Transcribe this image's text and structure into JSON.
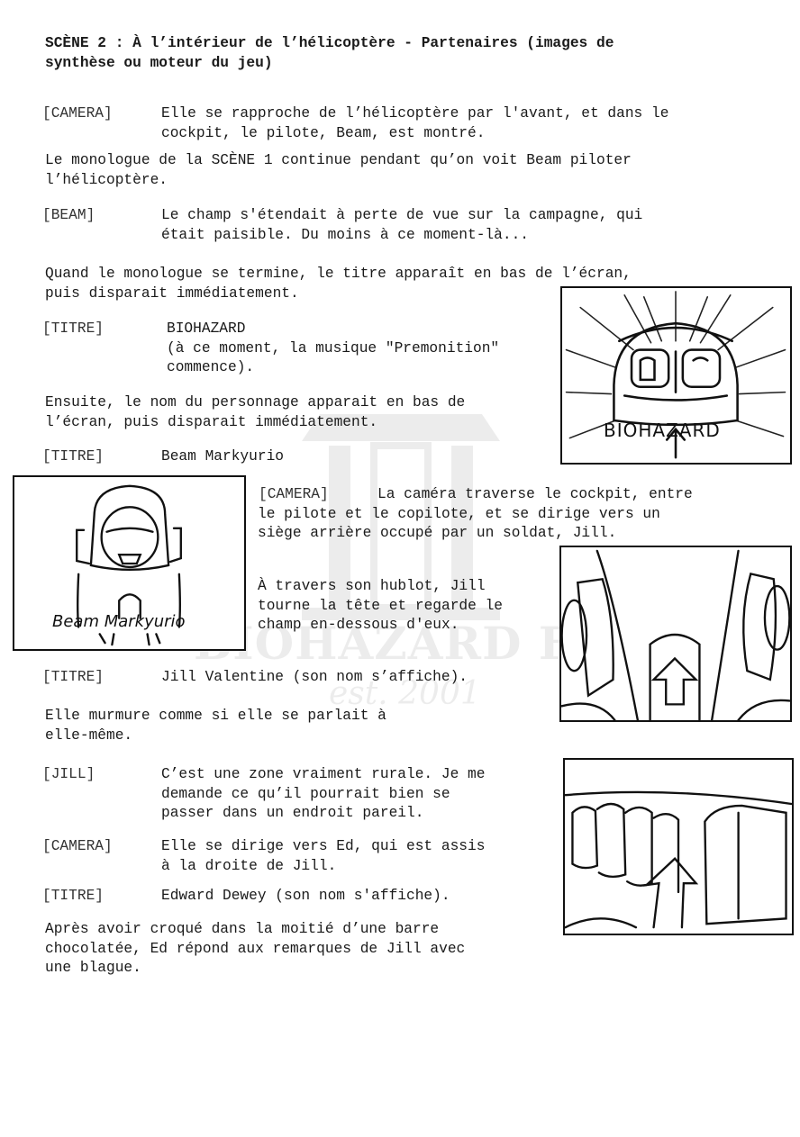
{
  "title": {
    "line1": "SCÈNE 2 : À l’intérieur de l’hélicoptère - Partenaires (images de",
    "line2": "synthèse ou moteur du jeu)"
  },
  "blocks": [
    {
      "label": "[CAMERA]",
      "lines": [
        "Elle se rapproche de l’hélicoptère par l'avant, et dans le",
        "cockpit, le pilote, Beam, est montré."
      ]
    },
    {
      "lines": [
        "Le monologue de la SCÈNE 1 continue pendant qu’on voit Beam piloter",
        "l’hélicoptère."
      ]
    },
    {
      "label": "[BEAM]",
      "lines": [
        "Le champ s'étendait à perte de vue sur la campagne, qui",
        "était paisible. Du moins à ce moment-là..."
      ]
    },
    {
      "lines": [
        "Quand le monologue se termine, le titre apparaît en bas de l’écran,",
        "puis disparait immédiatement."
      ]
    },
    {
      "label": "[TITRE]",
      "lines": [
        "BIOHAZARD",
        "(à ce moment, la musique \"Premonition\"",
        "commence)."
      ]
    },
    {
      "lines": [
        "Ensuite, le nom du personnage apparait en bas de",
        "l’écran, puis disparait immédiatement."
      ]
    },
    {
      "label": "[TITRE]",
      "lines": [
        "Beam Markyurio"
      ]
    },
    {
      "label": "[CAMERA]",
      "lines": [
        "La caméra traverse le cockpit, entre",
        "le pilote et le copilote, et se dirige vers un",
        "siège arrière occupé par un soldat, Jill."
      ]
    },
    {
      "lines": [
        "À travers son hublot, Jill",
        "tourne la tête et regarde le",
        "champ en-dessous d'eux."
      ]
    },
    {
      "label": "[TITRE]",
      "lines": [
        "Jill Valentine (son nom s’affiche)."
      ]
    },
    {
      "lines": [
        "Elle murmure comme si elle se parlait à",
        "elle-même."
      ]
    },
    {
      "label": "[JILL]",
      "lines": [
        "C’est une zone vraiment rurale. Je me",
        "demande ce qu’il pourrait bien se",
        "passer dans un endroit pareil."
      ]
    },
    {
      "label": "[CAMERA]",
      "lines": [
        "Elle se dirige vers Ed, qui est assis",
        "à la droite de Jill."
      ]
    },
    {
      "label": "[TITRE]",
      "lines": [
        "Edward Dewey (son nom s'affiche)."
      ]
    },
    {
      "lines": [
        "Après avoir croqué dans la moitié d’une barre",
        "chocolatée, Ed répond aux remarques de Jill avec",
        "une blague."
      ]
    }
  ],
  "panels": {
    "p1_caption": "BIOHAZARD",
    "p2_caption": "Beam Markyurio"
  },
  "watermark": {
    "line1": "BIOHAZARD FRANCE",
    "line2": "est. 2001"
  }
}
